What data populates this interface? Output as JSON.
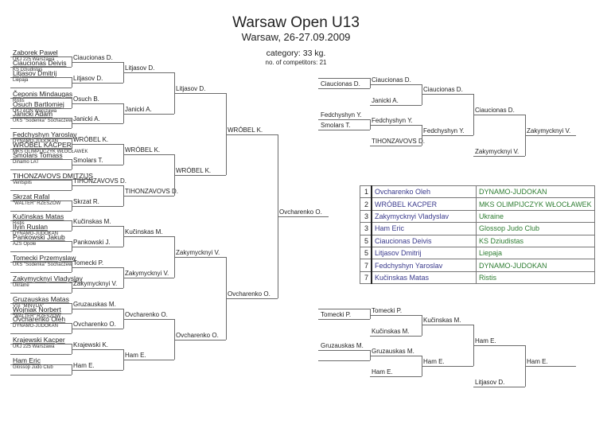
{
  "header": {
    "title": "Warsaw Open U13",
    "subtitle": "Warsaw, 26-27.09.2009",
    "category": "category: 33 kg.",
    "competitors": "no. of competitors: 21"
  },
  "slots": [
    [
      {
        "name": "Zaborek Pawel",
        "club": "UKJ 225 Warszawa"
      },
      {
        "name": "Ciaucionas Deivis",
        "club": "KS Dziudistas"
      }
    ],
    [
      {
        "name": "Litjasov Dmitrij",
        "club": "Liepaja"
      }
    ],
    [
      {
        "name": "Čeponis Mindaugas",
        "club": "Ristis"
      },
      {
        "name": "Osuch Bartlomiej",
        "club": "UKJ AON Warszawa"
      }
    ],
    [
      {
        "name": "Janicki Adam",
        "club": "UKS \"Sodenka\" Sochaczew"
      }
    ],
    [
      {
        "name": "Fedchyshyn Yaroslav",
        "club": "DYNAMO-JUDOKAN"
      },
      {
        "name": "WRÓBEL KACPER",
        "club": "MKS OLIMPIJCZYK WŁOCŁAWEK"
      }
    ],
    [
      {
        "name": "Smolars Tomass",
        "club": "Dinamo LAT"
      }
    ],
    [
      {
        "name": "TIHONZAVOVS DMITZIJS",
        "club": "Ventspils"
      }
    ],
    [
      {
        "name": "Skrzat Rafal",
        "club": "\"WALTER\" RZESZÓW"
      }
    ],
    [
      {
        "name": "Kučinskas Matas",
        "club": "Ristis"
      },
      {
        "name": "Ilyin Ruslan",
        "club": "DYNAMO-JUDOKAN"
      }
    ],
    [
      {
        "name": "Pankowski Jakub",
        "club": "AZS Opole"
      }
    ],
    [
      {
        "name": "Tomecki Przemyslaw",
        "club": "UKS \"Sodenka\" Sochaczew"
      }
    ],
    [
      {
        "name": "Zakymycknyi Vladyslav",
        "club": "Ukraine"
      }
    ],
    [
      {
        "name": "Gruzauskas Matas",
        "club": "VSI \"MINVIJA\""
      },
      {
        "name": "Wojniak Norbert",
        "club": "\"WALTER\" RZESZÓW"
      }
    ],
    [
      {
        "name": "Ovcharenko Oleh",
        "club": "DYNAMO-JUDOKAN"
      }
    ],
    [
      {
        "name": "Krajewski Kacper",
        "club": "UKJ 225 Warszawa"
      }
    ],
    [
      {
        "name": "Ham Eric",
        "club": "Glossop Judo Club"
      }
    ]
  ],
  "rounds": [
    [
      "Ciaucionas D.",
      "Litjasov D.",
      "Osuch B.",
      "Janicki A.",
      "WRÓBEL K.",
      "Smolars T.",
      "TIHONZAVOVS D.",
      "Skrzat R.",
      "Kučinskas M.",
      "Pankowski J.",
      "Tomecki P.",
      "Zakymycknyi V.",
      "Gruzauskas M.",
      "Ovcharenko O.",
      "Krajewski K.",
      "Ham E."
    ],
    [
      "Litjasov D.",
      "Janicki A.",
      "WRÓBEL K.",
      "TIHONZAVOVS D.",
      "Kučinskas M.",
      "Zakymycknyi V.",
      "Ovcharenko O.",
      "Ham E."
    ],
    [
      "Litjasov D.",
      "WRÓBEL K.",
      "Zakymycknyi V.",
      "Ovcharenko O."
    ],
    [
      "WRÓBEL K.",
      "Ovcharenko O."
    ],
    [
      "Ovcharenko O."
    ]
  ],
  "repechage": {
    "upper": {
      "box1": [
        "Ciaucionas D."
      ],
      "box2": [
        "Fedchyshyn Y.",
        "Smolars T."
      ],
      "r1": [
        "Ciaucionas D.",
        "Janicki A.",
        "Fedchyshyn Y.",
        "TIHONZAVOVS D."
      ],
      "r2": [
        "Ciaucionas D.",
        "Fedchyshyn Y."
      ],
      "r3": [
        "Ciaucionas D.",
        "Zakymycknyi V."
      ],
      "final": "Zakymycknyi V."
    },
    "lower": {
      "box1": [
        "Tomecki P."
      ],
      "box2": [
        "Gruzauskas M."
      ],
      "r1": [
        "Tomecki P.",
        "Kučinskas M.",
        "Gruzauskas M.",
        "Ham E."
      ],
      "r2": [
        "Kučinskas M.",
        "Ham E."
      ],
      "r3": [
        "Ham E.",
        "Litjasov D."
      ],
      "final": "Ham E."
    }
  },
  "results": [
    {
      "place": "1",
      "name": "Ovcharenko Oleh",
      "club": "DYNAMO-JUDOKAN"
    },
    {
      "place": "2",
      "name": "WRÓBEL KACPER",
      "club": "MKS OLIMPIJCZYK WŁOCŁAWEK"
    },
    {
      "place": "3",
      "name": "Zakymycknyi Vladyslav",
      "club": "Ukraine"
    },
    {
      "place": "3",
      "name": "Ham Eric",
      "club": "Glossop Judo Club"
    },
    {
      "place": "5",
      "name": "Ciaucionas Deivis",
      "club": "KS Dziudistas"
    },
    {
      "place": "5",
      "name": "Litjasov Dmitrij",
      "club": "Liepaja"
    },
    {
      "place": "7",
      "name": "Fedchyshyn Yaroslav",
      "club": "DYNAMO-JUDOKAN"
    },
    {
      "place": "7",
      "name": "Kučinskas Matas",
      "club": "Ristis"
    }
  ],
  "colors": {
    "name": "#3a3a8c",
    "club": "#2e7d32"
  }
}
